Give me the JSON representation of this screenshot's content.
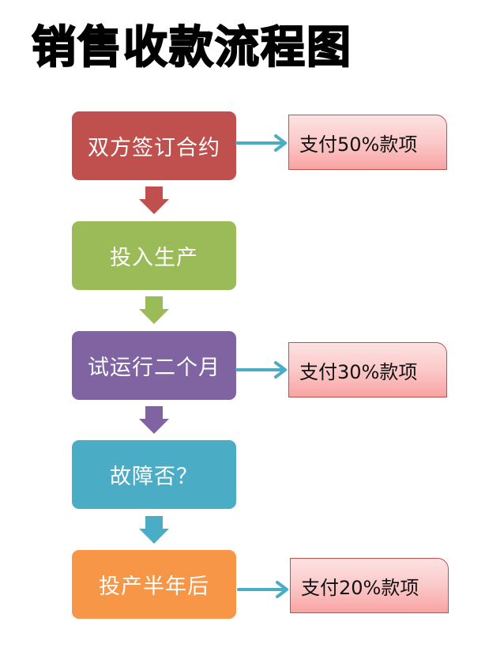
{
  "title": "销售收款流程图",
  "colors": {
    "step1": "#c0504d",
    "step2": "#9bbb59",
    "step3": "#8064a2",
    "step4": "#4bacc6",
    "step5": "#f79646",
    "connector": "#4bacc6",
    "payment_border": "#c0504d"
  },
  "steps": [
    {
      "label": "双方签订合约"
    },
    {
      "label": "投入生产"
    },
    {
      "label": "试运行二个月"
    },
    {
      "label": "故障否？"
    },
    {
      "label": "投产半年后"
    }
  ],
  "payments": [
    {
      "label": "支付50%款项",
      "from_step": 1
    },
    {
      "label": "支付30%款项",
      "from_step": 3
    },
    {
      "label": "支付20%款项",
      "from_step": 5
    }
  ]
}
